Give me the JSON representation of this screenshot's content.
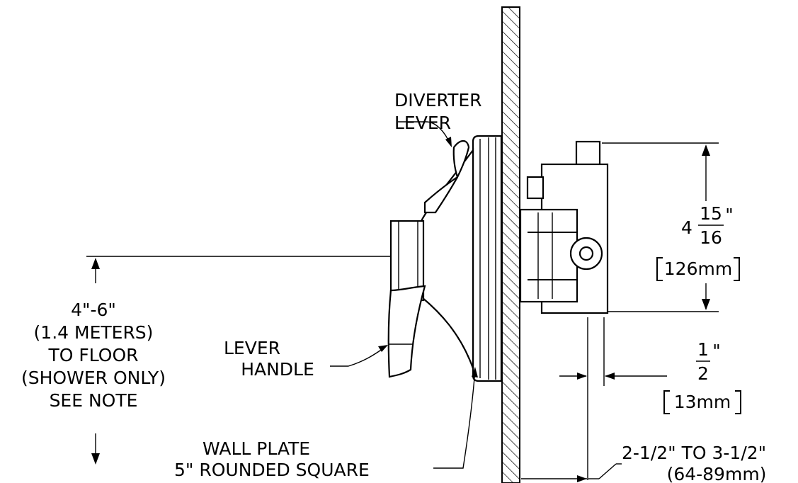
{
  "labels": {
    "diverter_1": "DIVERTER",
    "diverter_2": "LEVER",
    "lever_1": "LEVER",
    "lever_2": "HANDLE",
    "wallplate_1": "WALL PLATE",
    "wallplate_2": "5\" ROUNDED SQUARE",
    "height_1": "4\"-6\"",
    "height_2": "(1.4 METERS)",
    "height_3": "TO FLOOR",
    "height_4": "(SHOWER ONLY)",
    "height_5": "SEE NOTE"
  },
  "dimensions": {
    "valve_height_whole": "4",
    "valve_height_num": "15",
    "valve_height_den": "16",
    "valve_height_unit": "\"",
    "valve_height_mm": "126mm",
    "offset_num": "1",
    "offset_den": "2",
    "offset_unit": "\"",
    "offset_mm": "13mm",
    "wall_range": "2-1/2\" TO 3-1/2\"",
    "wall_range_mm": "(64-89mm)"
  }
}
